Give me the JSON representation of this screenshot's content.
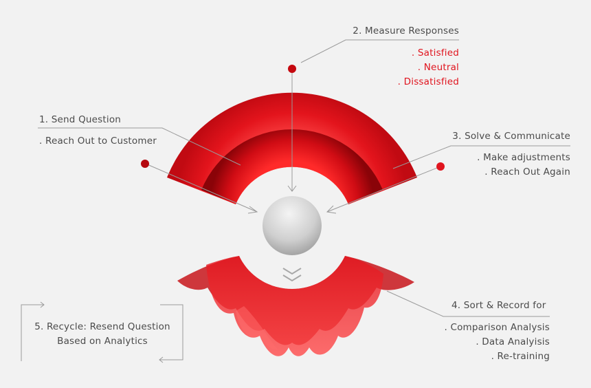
{
  "colors": {
    "accent": "#e0141e",
    "dark_red": "#b5080f",
    "line": "#9a9a9a",
    "text": "#4a4a4a",
    "background": "#f2f2f2"
  },
  "step1": {
    "title": "1. Send Question",
    "items": [
      ". Reach Out to Customer"
    ]
  },
  "step2": {
    "title": "2. Measure Responses",
    "items": [
      ". Satisfied",
      ". Neutral",
      ". Dissatisfied"
    ]
  },
  "step3": {
    "title": "3. Solve & Communicate",
    "items": [
      ". Make adjustments",
      ". Reach Out Again"
    ]
  },
  "step4": {
    "title": "4. Sort & Record for",
    "items": [
      ". Comparison Analysis",
      ". Data Analyisis",
      ". Re-training"
    ]
  },
  "step5": {
    "line1": "5. Recycle: Resend Question",
    "line2": "Based on Analytics"
  }
}
